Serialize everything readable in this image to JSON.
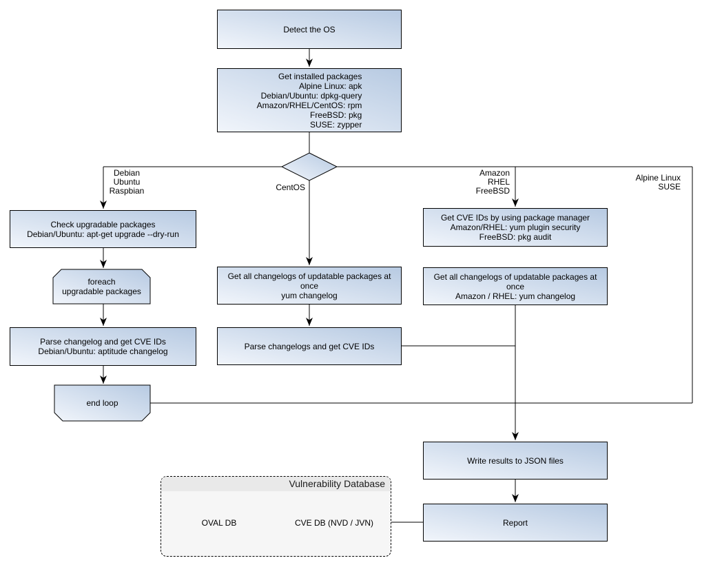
{
  "colors": {
    "background": "#ffffff",
    "node_fill_light": "#f1f5fb",
    "node_fill_dark": "#b7cae2",
    "node_border": "#000000",
    "connector": "#000000",
    "db_panel_fill": "#f6f6f6",
    "db_panel_header": "#e9e9e9",
    "text": "#000000"
  },
  "nodes": {
    "detect_os": "Detect the OS",
    "get_installed_packages": "Get installed packages\nAlpine Linux: apk\nDebian/Ubuntu: dpkg-query\nAmazon/RHEL/CentOS: rpm\nFreeBSD: pkg\nSUSE: zypper",
    "check_upgradable": "Check upgradable packages\nDebian/Ubuntu: apt-get upgrade --dry-run",
    "foreach_loop": "foreach\nupgradable  packages",
    "parse_changelog_deb": "Parse changelog and get  CVE IDs\nDebian/Ubuntu: aptitude changelog",
    "end_loop": "end loop",
    "get_changelogs_yum": "Get all changelogs of updatable packages at once\nyum changelog",
    "parse_changelogs_yum": "Parse changelogs and get CVE IDs",
    "get_cve_ids_pkg_mgr": "Get CVE IDs by using package manager\nAmazon/RHEL: yum plugin security\nFreeBSD: pkg audit",
    "get_changelogs_amazon": "Get all changelogs of updatable packages at once\nAmazon / RHEL: yum changelog",
    "write_json": "Write results to JSON files",
    "report": "Report"
  },
  "edge_labels": {
    "debian_branch": "Debian\nUbuntu\nRaspbian",
    "centos_branch": "CentOS",
    "amazon_branch": "Amazon\nRHEL\nFreeBSD",
    "alpine_branch": "Alpine Linux\nSUSE"
  },
  "database": {
    "title": "Vulnerability Database",
    "oval_db": "OVAL DB",
    "cve_db": "CVE DB (NVD / JVN)"
  }
}
